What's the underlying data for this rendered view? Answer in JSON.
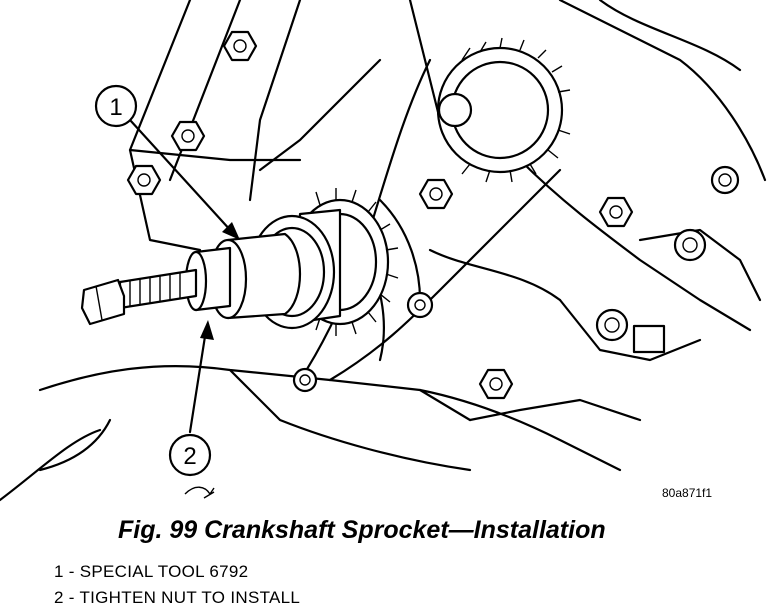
{
  "figure": {
    "callouts": [
      {
        "number": "1"
      },
      {
        "number": "2"
      }
    ],
    "image_code": "80a871f1",
    "caption": "Fig. 99 Crankshaft Sprocket—Installation",
    "legend": [
      {
        "text": "1 - SPECIAL TOOL 6792"
      },
      {
        "text": "2 - TIGHTEN NUT TO INSTALL"
      }
    ]
  }
}
